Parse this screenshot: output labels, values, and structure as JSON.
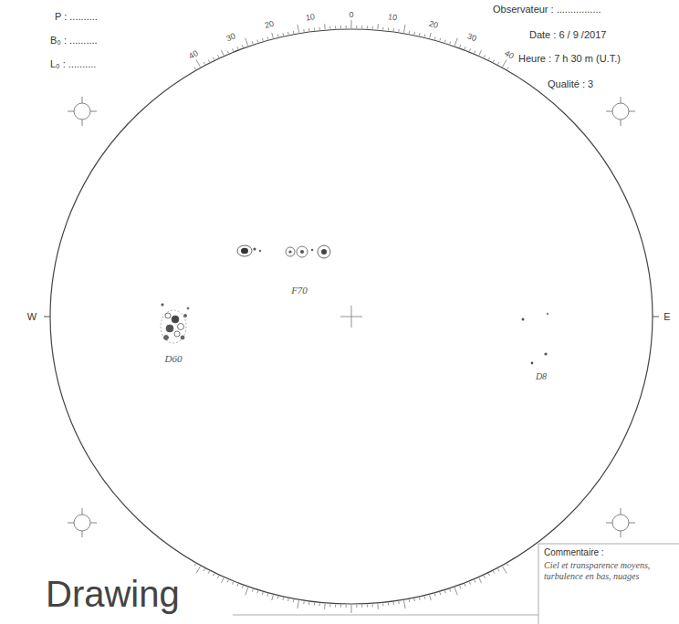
{
  "diagram": {
    "caption": "Drawing",
    "labels": [
      "P : ..........",
      "B₀ : ..........",
      "L₀ : ..........",
      "Observateur : ................",
      "Date : 6 / 9 /2017",
      "Heure : 7 h 30 m (U.T.)",
      "Qualité : 3",
      "40",
      "30",
      "20",
      "10",
      "0",
      "10",
      "20",
      "30",
      "40",
      "W",
      "E",
      "F70",
      "D60",
      "D8",
      "Commentaire :",
      "Ciel et transparence moyens, turbulence en bas, nuages"
    ]
  }
}
